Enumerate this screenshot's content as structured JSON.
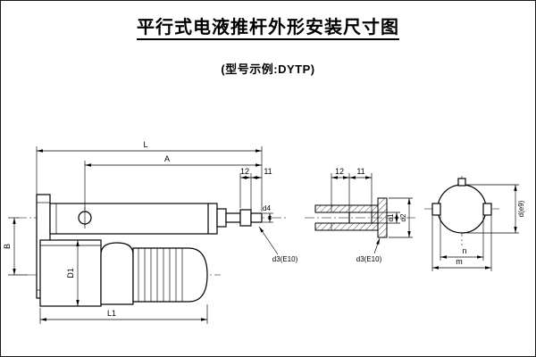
{
  "page": {
    "background": "#ffffff",
    "line_color": "#000000"
  },
  "header": {
    "title": "平行式电液推杆外形安装尺寸图",
    "subtitle": "(型号示例:DYTP)"
  },
  "views": {
    "main_view": {
      "dims": {
        "L": "L",
        "A": "A",
        "B": "B",
        "D1": "D1",
        "L1": "L1",
        "l2": "12",
        "l1": "11",
        "d4": "d4",
        "d3_fit": "d3(E10)"
      }
    },
    "shaft_section_view": {
      "dims": {
        "l2": "12",
        "l1": "11",
        "d1": "d1",
        "d2": "d2",
        "d3_fit": "d3(E10)"
      }
    },
    "end_view": {
      "dims": {
        "d_fit": "d(e9)",
        "n": "n",
        "m": "m"
      }
    }
  }
}
